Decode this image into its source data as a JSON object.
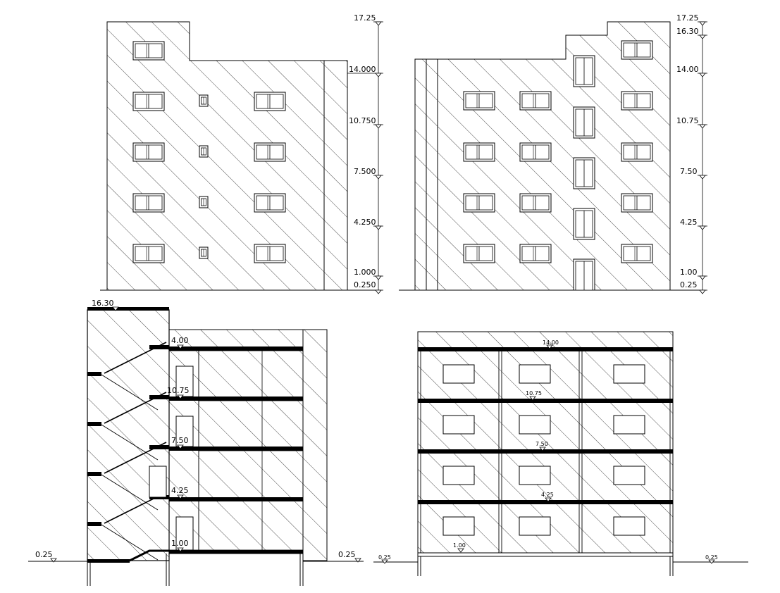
{
  "drawing": {
    "ink_color": "#000000",
    "background_color": "#ffffff",
    "hatch": "diagonal-lines"
  },
  "elevation_front": {
    "levels": [
      "17.25",
      "14.000",
      "10.750",
      "7.500",
      "4.250",
      "1.000",
      "0.250"
    ]
  },
  "elevation_rear": {
    "levels": [
      "17.25",
      "16.30",
      "14.00",
      "10.75",
      "7.50",
      "4.25",
      "1.00",
      "0.25"
    ]
  },
  "section_stair": {
    "levels": [
      "16.30",
      "4.00",
      "10.75",
      "7.50",
      "4.25",
      "1.00"
    ],
    "ground_left": "0.25",
    "ground_right": "0.25"
  },
  "section_rooms": {
    "levels": [
      "14.00",
      "10.75",
      "7.50",
      "4.25",
      "1.00"
    ],
    "ground_left": "0.25",
    "ground_right": "0.25"
  }
}
